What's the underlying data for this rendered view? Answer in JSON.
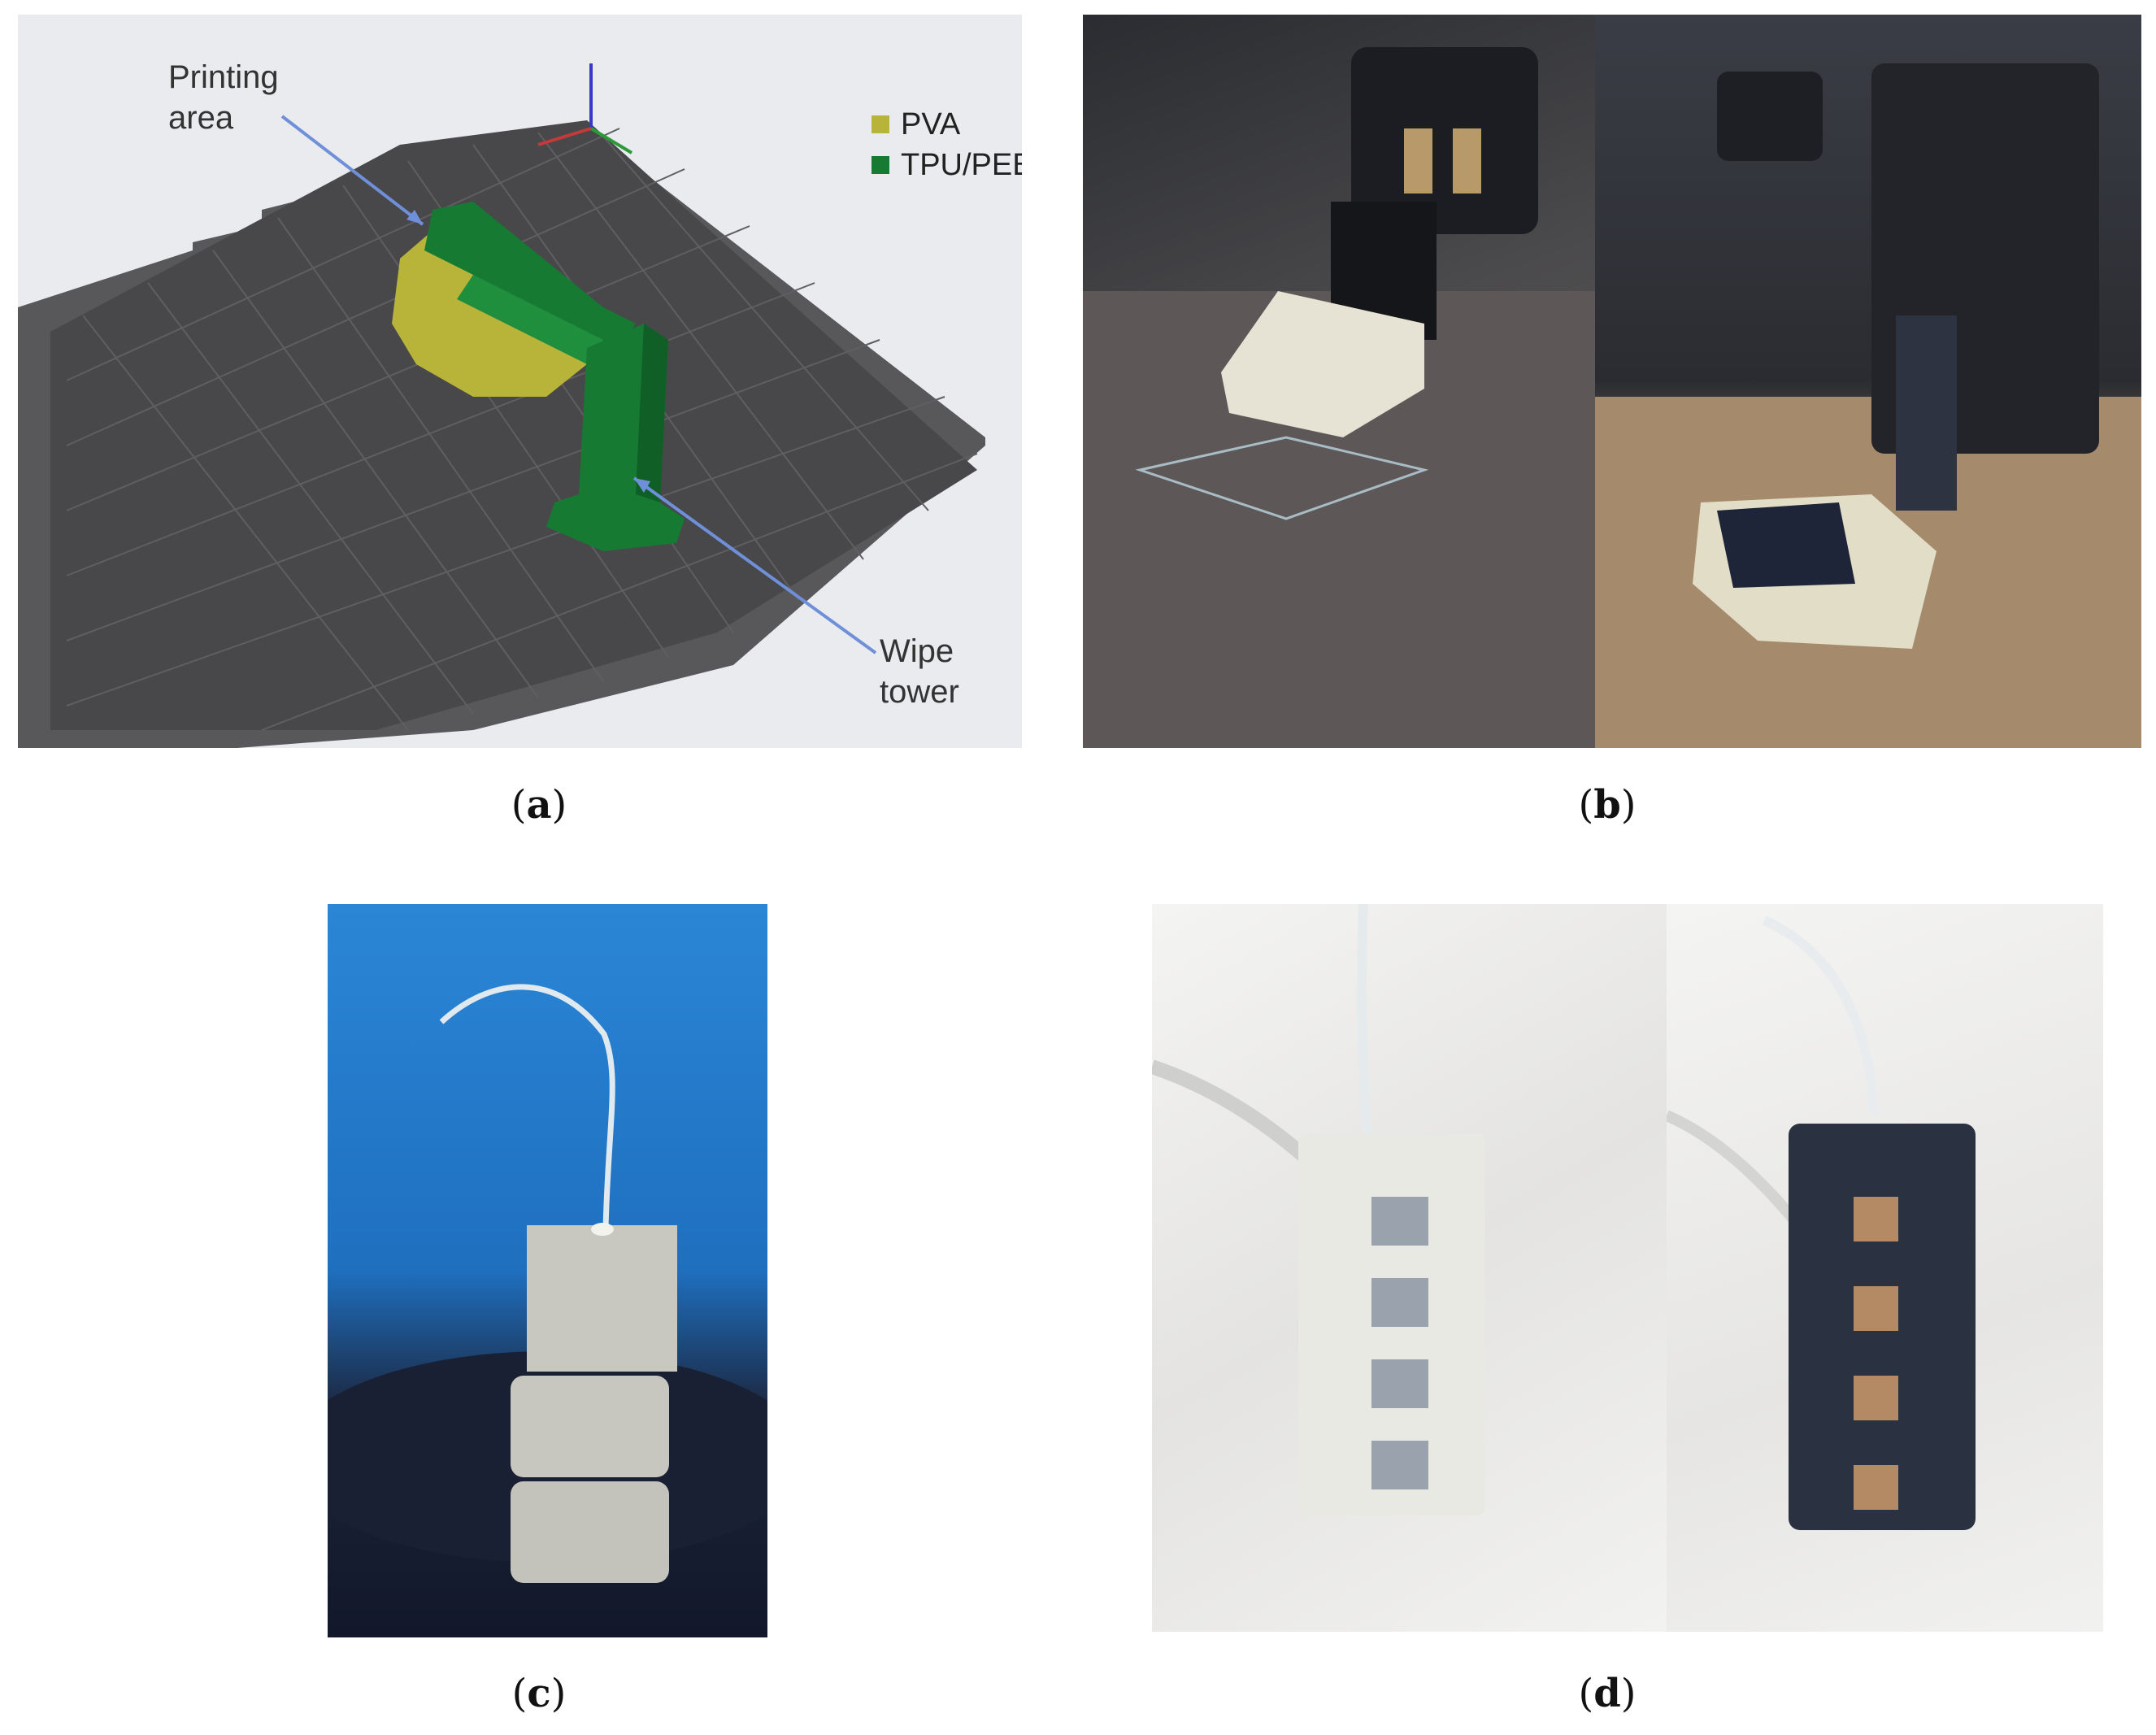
{
  "panel_a": {
    "legend": [
      {
        "label": "PVA",
        "color": "#b8b43a"
      },
      {
        "label": "TPU/PEBA",
        "color": "#167a32"
      }
    ],
    "annotations": {
      "printing_area": [
        "Printing",
        "area"
      ],
      "wipe_tower": [
        "Wipe",
        "tower"
      ]
    },
    "colors": {
      "bed": "#4a4a4c",
      "grid": "#6a6a6d",
      "arrow": "#6f8fd8"
    }
  },
  "captions": {
    "a": "a",
    "b": "b",
    "c": "c",
    "d": "d"
  }
}
